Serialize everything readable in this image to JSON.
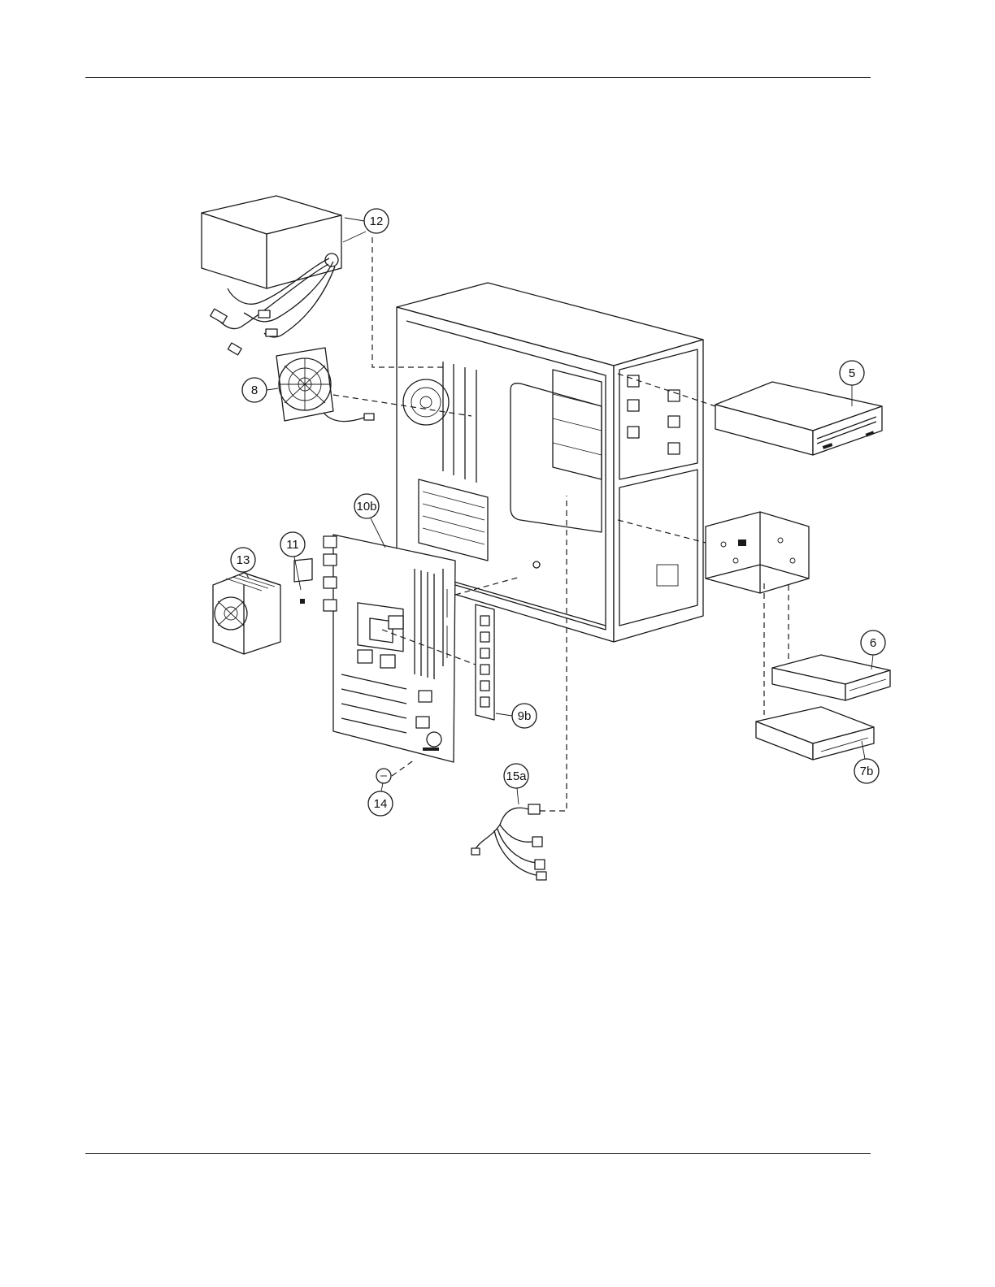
{
  "callouts": {
    "c12": "12",
    "c5": "5",
    "c8": "8",
    "c10b": "10b",
    "c11": "11",
    "c13": "13",
    "c6": "6",
    "c9b": "9b",
    "c7b": "7b",
    "c15a": "15a",
    "c14": "14"
  }
}
